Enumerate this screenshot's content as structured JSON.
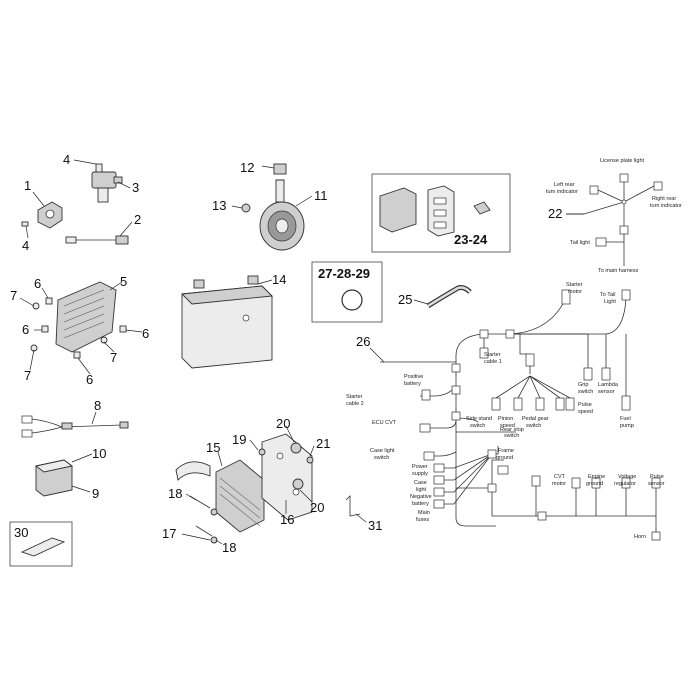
{
  "callouts": {
    "n1": "1",
    "n2": "2",
    "n3": "3",
    "n4a": "4",
    "n4b": "4",
    "n5": "5",
    "n6a": "6",
    "n6b": "6",
    "n6c": "6",
    "n6d": "6",
    "n7a": "7",
    "n7b": "7",
    "n7c": "7",
    "n8": "8",
    "n9": "9",
    "n10": "10",
    "n11": "11",
    "n12": "12",
    "n13": "13",
    "n14": "14",
    "n15": "15",
    "n16": "16",
    "n17": "17",
    "n18a": "18",
    "n18b": "18",
    "n19": "19",
    "n20a": "20",
    "n20b": "20",
    "n21": "21",
    "n22": "22",
    "n23_24": "23-24",
    "n25": "25",
    "n26": "26",
    "n27_28_29": "27-28-29",
    "n30": "30",
    "n31": "31"
  },
  "harness_labels": {
    "license_plate_light": "License plate light",
    "left_rear_turn_1": "Left rear",
    "left_rear_turn_2": "turn indicator",
    "right_rear_turn_1": "Right rear",
    "right_rear_turn_2": "turn indicator",
    "tail_light": "Tail light",
    "to_main_harness": "To main harness",
    "starter_motor_1": "Starter",
    "starter_motor_2": "motor",
    "to_tail_light_1": "To Tail",
    "to_tail_light_2": "Light",
    "starter_cable_1_a": "Starter",
    "starter_cable_1_b": "cable 1",
    "positive_battery_1": "Positive",
    "positive_battery_2": "battery",
    "starter_cable_2_a": "Starter",
    "starter_cable_2_b": "cable 2",
    "ecu_cvt": "ECU CVT",
    "side_stand_1": "Side stand",
    "side_stand_2": "switch",
    "grip_switch_1": "Grip",
    "grip_switch_2": "switch",
    "lambda_sensor_1": "Lambda",
    "lambda_sensor_2": "sensor",
    "pulse_speed_1": "Pulse",
    "pulse_speed_2": "speed",
    "pinion_speed_1": "Pinion",
    "pinion_speed_2": "speed",
    "pedal_gear_1": "Pedal gear",
    "pedal_gear_2": "switch",
    "rear_stop_1": "Rear stop",
    "rear_stop_2": "switch",
    "fuel_pump_1": "Fuel",
    "fuel_pump_2": "pump",
    "case_light_1": "Case light",
    "case_light_2": "switch",
    "frame_ground_1": "Frame",
    "frame_ground_2": "ground",
    "power_supply_1": "Power",
    "power_supply_2": "supply",
    "case_light_b_1": "Case",
    "case_light_b_2": "light",
    "negative_battery_1": "Negative",
    "negative_battery_2": "battery",
    "main_fuses_1": "Main",
    "main_fuses_2": "fuses",
    "cvt_motor_1": "CVT",
    "cvt_motor_2": "motor",
    "engine_ground_1": "Engine",
    "engine_ground_2": "ground",
    "voltage_regulator_1": "Voltage",
    "voltage_regulator_2": "regulator",
    "pulse_sensor_1": "Pulse",
    "pulse_sensor_2": "sensor",
    "horn": "Horn"
  }
}
